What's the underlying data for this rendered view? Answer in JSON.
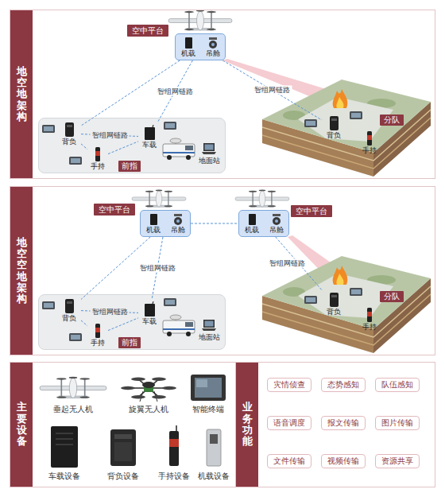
{
  "diagram": {
    "nodes": [
      {
        "text": [
          "地空地架构"
        ]
      },
      {
        "text": [
          "空中平台"
        ],
        "in": 0
      },
      {
        "text": [
          "机载",
          "吊舱"
        ],
        "in": 0
      },
      {
        "text": [
          "前指"
        ],
        "in": 0
      },
      {
        "text": [
          "背负"
        ],
        "in": 3
      },
      {
        "text": [
          "手持"
        ],
        "in": 3
      },
      {
        "text": [
          "车载"
        ],
        "in": 3
      },
      {
        "text": [
          "地面站"
        ],
        "in": 3
      },
      {
        "text": [
          "分队"
        ],
        "in": 0
      },
      {
        "text": [
          "背负"
        ],
        "in": 8
      },
      {
        "text": [
          "手持"
        ],
        "in": 8
      },
      {
        "text": [
          "地空空地架构"
        ]
      },
      {
        "text": [
          "空中平台"
        ],
        "in": 11
      },
      {
        "text": [
          "机载",
          "吊舱"
        ],
        "in": 11
      },
      {
        "text": [
          "空中平台"
        ],
        "in": 11
      },
      {
        "text": [
          "机载",
          "吊舱"
        ],
        "in": 11
      },
      {
        "text": [
          "前指"
        ],
        "in": 11
      },
      {
        "text": [
          "背负"
        ],
        "in": 16
      },
      {
        "text": [
          "手持"
        ],
        "in": 16
      },
      {
        "text": [
          "车载"
        ],
        "in": 16
      },
      {
        "text": [
          "地面站"
        ],
        "in": 16
      },
      {
        "text": [
          "分队"
        ],
        "in": 11
      },
      {
        "text": [
          "背负"
        ],
        "in": 21
      },
      {
        "text": [
          "手持"
        ],
        "in": 21
      },
      {
        "text": [
          "主要设备"
        ]
      },
      {
        "text": [
          "业务功能"
        ]
      },
      {
        "text": [
          "灾情侦查"
        ],
        "in": 25
      },
      {
        "text": [
          "态势感知"
        ],
        "in": 25
      },
      {
        "text": [
          "队伍感知"
        ],
        "in": 25
      },
      {
        "text": [
          "语音调度"
        ],
        "in": 25
      },
      {
        "text": [
          "报文传输"
        ],
        "in": 25
      },
      {
        "text": [
          "图片传输"
        ],
        "in": 25
      },
      {
        "text": [
          "文件传输"
        ],
        "in": 25
      },
      {
        "text": [
          "视频传输"
        ],
        "in": 25
      },
      {
        "text": [
          "资源共享"
        ],
        "in": 25
      }
    ],
    "edges": [
      {
        "from": 2,
        "to": 4,
        "arrow": "none"
      },
      {
        "from": 2,
        "to": 6,
        "label": "智组网链路",
        "arrow": "none"
      },
      {
        "from": 2,
        "to": 9,
        "label": "智组网链路",
        "arrow": "none"
      },
      {
        "from": 4,
        "to": 6,
        "label": "智组网链路",
        "arrow": "none"
      },
      {
        "from": 4,
        "to": 5,
        "arrow": "none"
      },
      {
        "from": 5,
        "to": 6,
        "arrow": "none"
      },
      {
        "from": 13,
        "to": 17,
        "arrow": "none"
      },
      {
        "from": 13,
        "to": 19,
        "label": "智组网链路",
        "arrow": "none"
      },
      {
        "from": 13,
        "to": 15,
        "arrow": "none"
      },
      {
        "from": 15,
        "to": 22,
        "label": "智组网链路",
        "arrow": "none"
      },
      {
        "from": 17,
        "to": 19,
        "label": "智组网链路",
        "arrow": "none"
      },
      {
        "from": 17,
        "to": 18,
        "arrow": "none"
      },
      {
        "from": 18,
        "to": 19,
        "arrow": "none"
      }
    ],
    "labels": [
      "垂起无人机",
      "旋翼无人机",
      "智能终端",
      "车载设备",
      "背负设备",
      "手持设备",
      "机载设备"
    ]
  }
}
